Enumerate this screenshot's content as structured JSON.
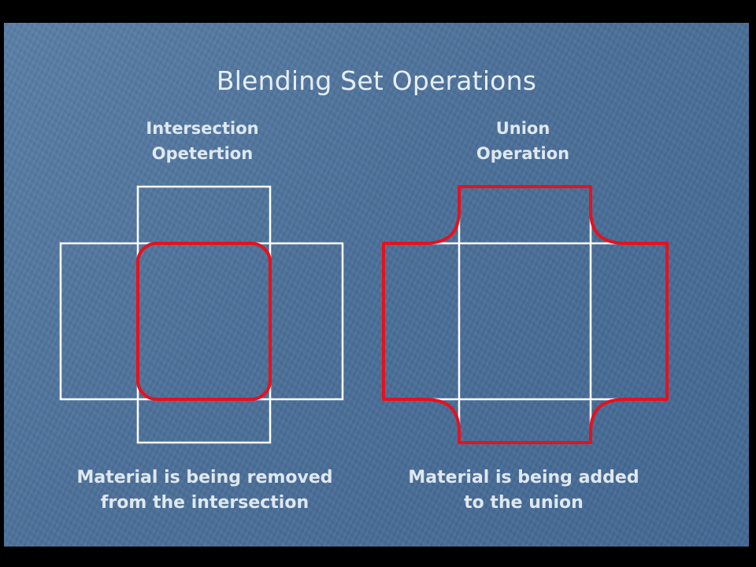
{
  "slide": {
    "title": "Blending Set Operations"
  },
  "left": {
    "label_line1": "Intersection",
    "label_line2": "Opetertion",
    "caption_line1": "Material is being removed",
    "caption_line2": "from the intersection"
  },
  "right": {
    "label_line1": "Union",
    "label_line2": "Operation",
    "caption_line1": "Material is being added",
    "caption_line2": "to the union"
  },
  "colors": {
    "outline": "#ffffff",
    "blend": "#e8101c",
    "background": "#4b6f98"
  }
}
